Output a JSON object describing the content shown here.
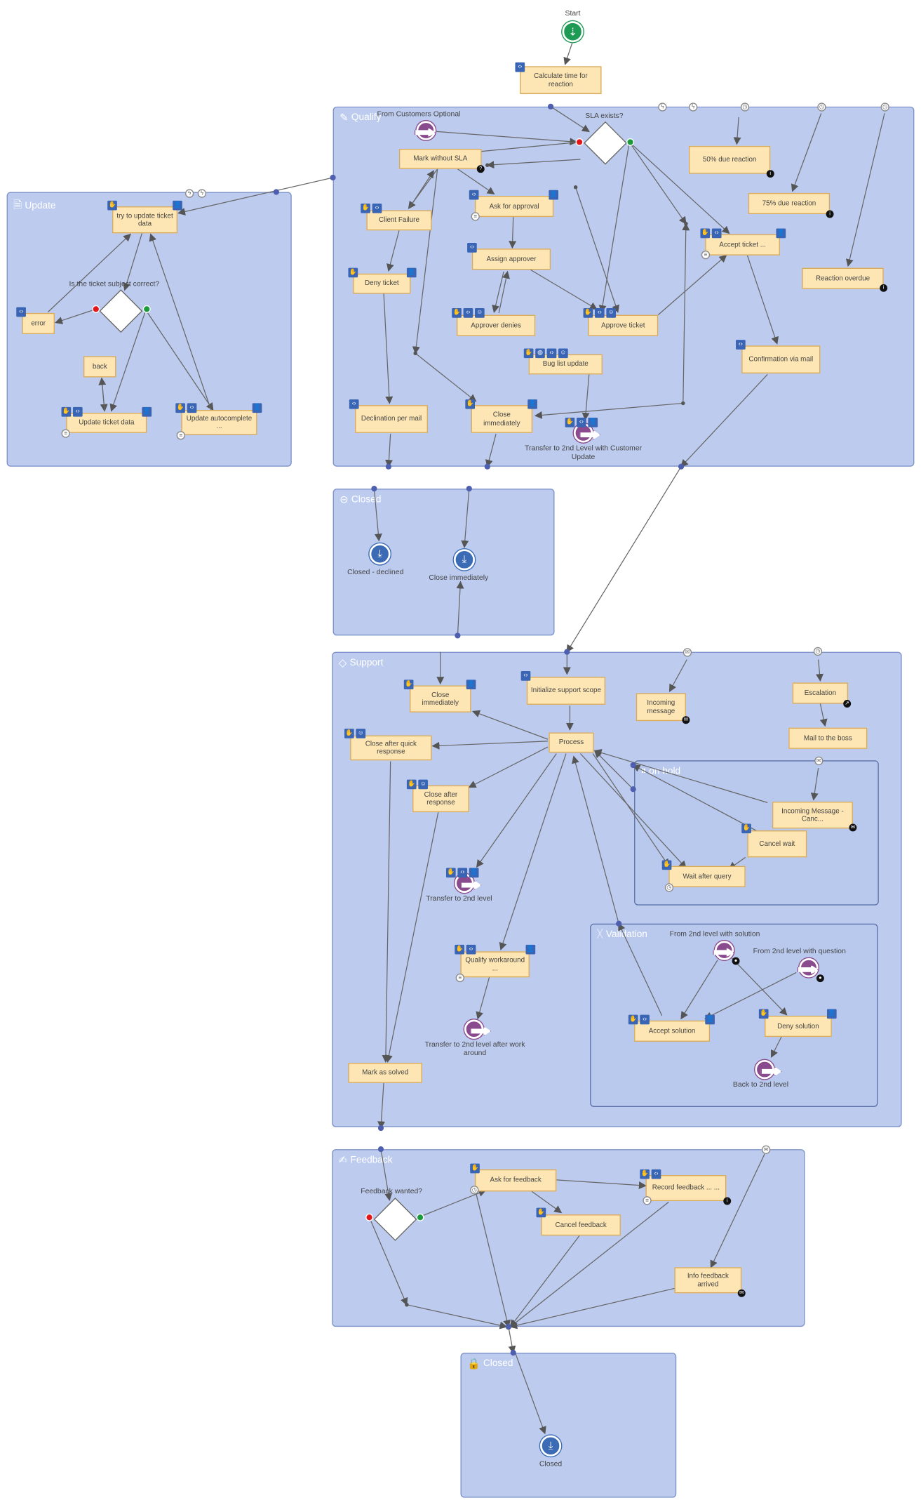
{
  "start": {
    "label": "Start"
  },
  "lanes": {
    "qualify": "Qualify",
    "update": "Update",
    "closed1": "Closed",
    "support": "Support",
    "onhold": "on hold",
    "validation": "Validation",
    "feedback": "Feedback",
    "closed2": "Closed"
  },
  "tasks": {
    "calculate": "Calculate time for reaction",
    "mark_without_sla": "Mark without SLA",
    "client_failure": "Client Failure",
    "deny_ticket": "Deny ticket",
    "ask_approval": "Ask for approval",
    "assign_approver": "Assign approver",
    "approver_denies": "Approver denies",
    "approve_ticket": "Approve ticket",
    "bug_list_update": "Bug list update",
    "reaction_50": "50% due reaction",
    "reaction_75": "75% due reaction",
    "accept_ticket": "Accept ticket ...",
    "reaction_overdue": "Reaction overdue",
    "confirmation_mail": "Confirmation via mail",
    "declination_mail": "Declination per mail",
    "close_immediately_q": "Close immediately",
    "try_update": "try to update ticket data",
    "error": "error",
    "back": "back",
    "update_ticket_data": "Update ticket data",
    "update_autocomplete": "Update autocomplete ...",
    "close_immediately_s": "Close immediately",
    "initialize_support": "Initialize support scope",
    "incoming_message": "Incoming message",
    "escalation": "Escalation",
    "mail_boss": "Mail to the boss",
    "close_quick": "Close after quick response",
    "process": "Process",
    "close_after_response": "Close after response",
    "incoming_cancel": "Incoming Message - Canc...",
    "cancel_wait": "Cancel wait",
    "wait_after_query": "Wait after query",
    "qualify_workaround": "Qualify workaround ...",
    "accept_solution": "Accept solution",
    "deny_solution": "Deny solution",
    "mark_solved": "Mark as solved",
    "ask_feedback": "Ask for feedback",
    "record_feedback": "Record feedback ... ...",
    "cancel_feedback": "Cancel feedback",
    "info_feedback": "Info feedback arrived"
  },
  "labels": {
    "from_customers": "From Customers Optional",
    "sla_exists": "SLA exists?",
    "transfer_2nd_customer": "Transfer to 2nd Level with Customer Update",
    "subject_correct": "Is the ticket subject correct?",
    "closed_declined": "Closed - declined",
    "close_immediately_end": "Close immediately",
    "transfer_2nd": "Transfer to 2nd level",
    "transfer_2nd_workaround": "Transfer to 2nd level after work around",
    "from_2nd_solution": "From 2nd level with solution",
    "from_2nd_question": "From 2nd level with question",
    "back_2nd": "Back to 2nd level",
    "feedback_wanted": "Feedback wanted?",
    "closed_end": "Closed"
  },
  "colors": {
    "lane_fill": "#bccbee",
    "task_fill": "#fde6b3",
    "start_event": "#1d9a53",
    "end_event": "#3c6bb5",
    "message_event": "#8a4a8e",
    "badge": "#3a65b5",
    "edge": "#555555",
    "junction": "#4e5fb0"
  }
}
